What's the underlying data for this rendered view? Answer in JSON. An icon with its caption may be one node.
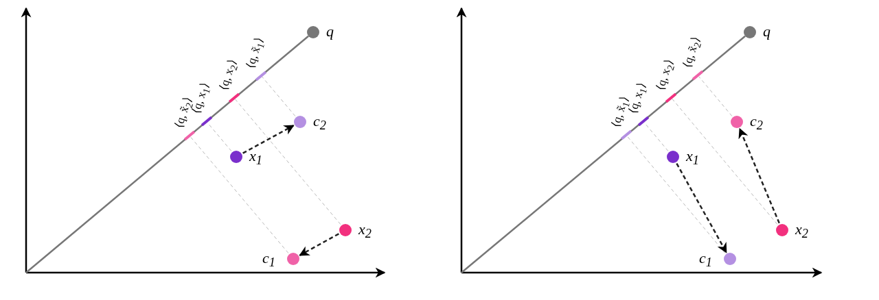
{
  "diagram": {
    "nodes": [
      {
        "text": [],
        "shape": "circle",
        "beside": [
          "q"
        ]
      },
      {
        "text": [],
        "shape": "circle",
        "beside": [
          "c$_{2}$"
        ]
      },
      {
        "text": [],
        "shape": "circle",
        "beside": [
          "x$_{1}$"
        ]
      },
      {
        "text": [],
        "shape": "circle",
        "beside": [
          "x$_{2}$"
        ]
      },
      {
        "text": [],
        "shape": "circle",
        "beside": [
          "c$_{1}$"
        ]
      },
      {
        "text": [],
        "shape": "circle",
        "beside": [
          "q"
        ]
      },
      {
        "text": [],
        "shape": "circle",
        "beside": [
          "c$_{2}$"
        ]
      },
      {
        "text": [],
        "shape": "circle",
        "beside": [
          "x$_{1}$"
        ]
      },
      {
        "text": [],
        "shape": "circle",
        "beside": [
          "c$_{1}$"
        ]
      },
      {
        "text": [],
        "shape": "circle",
        "beside": [
          "x$_{2}$"
        ]
      },
      {
        "text": [],
        "shape": "bar",
        "beside": [
          "⟨q, x̃$_{2}$⟩"
        ]
      },
      {
        "text": [],
        "shape": "bar",
        "beside": [
          "⟨q, x$_{1}$⟩"
        ]
      },
      {
        "text": [],
        "shape": "bar",
        "beside": [
          "⟨q, x$_{2}$⟩"
        ]
      },
      {
        "text": [],
        "shape": "bar",
        "beside": [
          "⟨q, x̃$_{1}$⟩"
        ]
      },
      {
        "text": [],
        "shape": "bar",
        "beside": [
          "⟨q, x̃$_{1}$⟩"
        ]
      },
      {
        "text": [],
        "shape": "bar",
        "beside": [
          "⟨q, x$_{1}$⟩"
        ]
      },
      {
        "text": [],
        "shape": "bar",
        "beside": [
          "⟨q, x$_{2}$⟩"
        ]
      },
      {
        "text": [],
        "shape": "bar",
        "beside": [
          "⟨q, x̃$_{2}$⟩"
        ]
      }
    ],
    "edges": [
      {
        "from": 4,
        "to": 10,
        "arrow": "none",
        "style": "dashed"
      },
      {
        "from": 2,
        "to": 11,
        "arrow": "none",
        "style": "dashed"
      },
      {
        "from": 3,
        "to": 12,
        "arrow": "none",
        "style": "dashed"
      },
      {
        "from": 1,
        "to": 13,
        "arrow": "none",
        "style": "dashed"
      },
      {
        "from": 2,
        "to": 1,
        "arrow": "to",
        "style": "dashed",
        "color": "#222222"
      },
      {
        "from": 3,
        "to": 4,
        "arrow": "to",
        "style": "dashed",
        "color": "#222222"
      },
      {
        "from": 8,
        "to": 14,
        "arrow": "none",
        "style": "dashed"
      },
      {
        "from": 7,
        "to": 15,
        "arrow": "none",
        "style": "dashed"
      },
      {
        "from": 9,
        "to": 16,
        "arrow": "none",
        "style": "dashed"
      },
      {
        "from": 6,
        "to": 17,
        "arrow": "none",
        "style": "dashed"
      },
      {
        "from": 7,
        "to": 8,
        "arrow": "to",
        "style": "dashed",
        "color": "#222222"
      },
      {
        "from": 9,
        "to": 6,
        "arrow": "to",
        "style": "dashed",
        "color": "#222222"
      }
    ]
  }
}
